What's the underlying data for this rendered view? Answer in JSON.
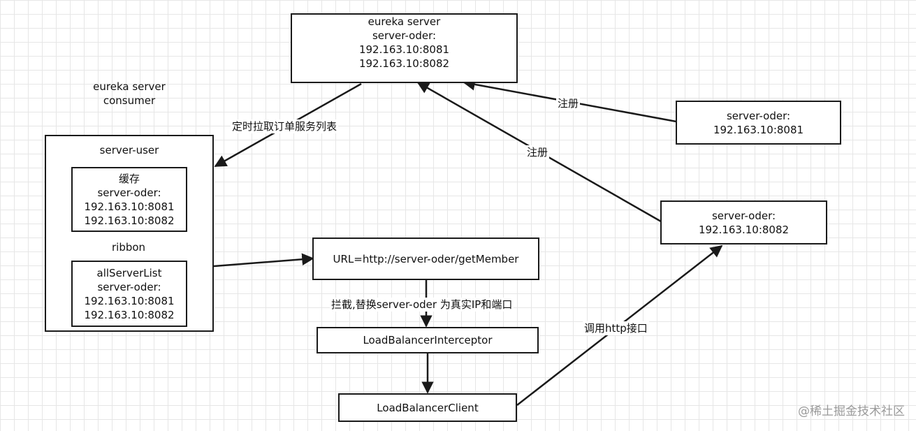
{
  "eureka_server": {
    "title": "eureka server",
    "service": "server-oder:",
    "addresses": [
      "192.163.10:8081",
      "192.163.10:8082"
    ]
  },
  "consumer_label": {
    "line1": "eureka server",
    "line2": "consumer"
  },
  "server_user": {
    "title": "server-user",
    "cache": {
      "title": "缓存",
      "service": "server-oder:",
      "addresses": [
        "192.163.10:8081",
        "192.163.10:8082"
      ]
    },
    "ribbon_label": "ribbon",
    "all_server_list": {
      "title": "allServerList",
      "service": "server-oder:",
      "addresses": [
        "192.163.10:8081",
        "192.163.10:8082"
      ]
    }
  },
  "provider_8081": {
    "service": "server-oder:",
    "address": "192.163.10:8081"
  },
  "provider_8082": {
    "service": "server-oder:",
    "address": "192.163.10:8082"
  },
  "url_box": {
    "text": "URL=http://server-oder/getMember"
  },
  "interceptor_box": {
    "text": "LoadBalancerInterceptor"
  },
  "client_box": {
    "text": "LoadBalancerClient"
  },
  "edge_labels": {
    "pull_list": "定时拉取订单服务列表",
    "register_1": "注册",
    "register_2": "注册",
    "intercept": "拦截,替换server-oder 为真实IP和端口",
    "call_http": "调用http接口"
  },
  "watermark": "@稀土掘金技术社区"
}
